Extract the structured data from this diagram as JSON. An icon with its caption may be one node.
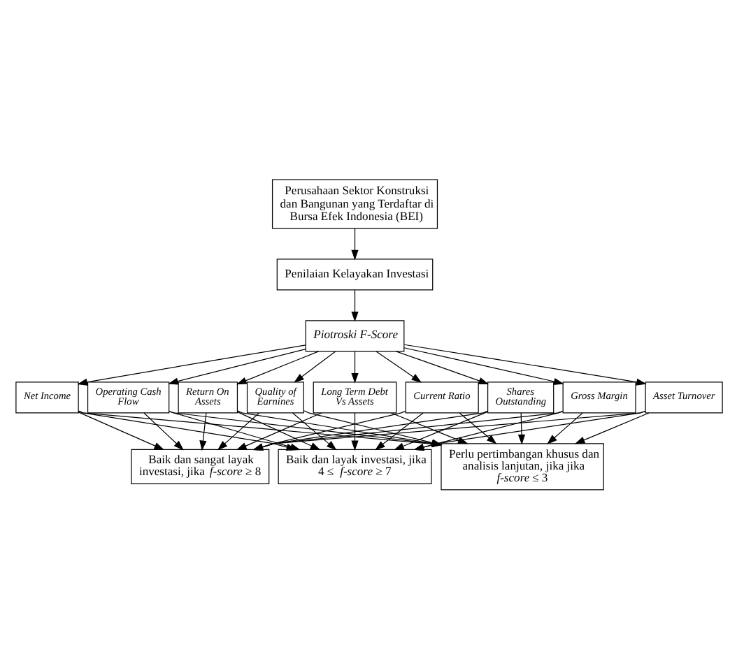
{
  "diagram": {
    "nodes": [
      {
        "text": [
          "Perusahaan Sektor Konstruksi dan Bangunan yang Terdaftar di Bursa Efek Indonesia (BEI)"
        ]
      },
      {
        "text": [
          "Penilaian Kelayakan Investasi"
        ]
      },
      {
        "text": [
          "Piotroski F-Score"
        ]
      },
      {
        "text": [
          "Net Income"
        ]
      },
      {
        "text": [
          "Operating Cash Flow"
        ]
      },
      {
        "text": [
          "Return On Assets"
        ]
      },
      {
        "text": [
          "Quality of Earnines"
        ]
      },
      {
        "text": [
          "Long Term Debt Vs Assets"
        ]
      },
      {
        "text": [
          "Current Ratio"
        ]
      },
      {
        "text": [
          "Shares Outstanding"
        ]
      },
      {
        "text": [
          "Gross Margin"
        ]
      },
      {
        "text": [
          "Asset Turnover"
        ]
      },
      {
        "text": [
          "Baik dan sangat layak investasi, jika *f-score* ≥ 8"
        ]
      },
      {
        "text": [
          "Baik dan layak investasi, jika 4 ≤ *f-score* ≥ 7"
        ]
      },
      {
        "text": [
          "Perlu pertimbangan khusus dan analisis lanjutan, jika jika *f-score* ≤ 3"
        ]
      }
    ],
    "edges": [
      {
        "from": 0,
        "to": 1,
        "arrow": "to"
      },
      {
        "from": 1,
        "to": 2,
        "arrow": "to"
      },
      {
        "from": 2,
        "to": 3,
        "arrow": "to"
      },
      {
        "from": 2,
        "to": 4,
        "arrow": "to"
      },
      {
        "from": 2,
        "to": 5,
        "arrow": "to"
      },
      {
        "from": 2,
        "to": 6,
        "arrow": "to"
      },
      {
        "from": 2,
        "to": 7,
        "arrow": "to"
      },
      {
        "from": 2,
        "to": 8,
        "arrow": "to"
      },
      {
        "from": 2,
        "to": 9,
        "arrow": "to"
      },
      {
        "from": 2,
        "to": 10,
        "arrow": "to"
      },
      {
        "from": 2,
        "to": 11,
        "arrow": "to"
      },
      {
        "from": 3,
        "to": 12,
        "arrow": "to"
      },
      {
        "from": 3,
        "to": 13,
        "arrow": "to"
      },
      {
        "from": 3,
        "to": 14,
        "arrow": "to"
      },
      {
        "from": 4,
        "to": 12,
        "arrow": "to"
      },
      {
        "from": 4,
        "to": 13,
        "arrow": "to"
      },
      {
        "from": 4,
        "to": 14,
        "arrow": "to"
      },
      {
        "from": 5,
        "to": 12,
        "arrow": "to"
      },
      {
        "from": 5,
        "to": 13,
        "arrow": "to"
      },
      {
        "from": 5,
        "to": 14,
        "arrow": "to"
      },
      {
        "from": 6,
        "to": 12,
        "arrow": "to"
      },
      {
        "from": 6,
        "to": 13,
        "arrow": "to"
      },
      {
        "from": 6,
        "to": 14,
        "arrow": "to"
      },
      {
        "from": 7,
        "to": 12,
        "arrow": "to"
      },
      {
        "from": 7,
        "to": 13,
        "arrow": "to"
      },
      {
        "from": 7,
        "to": 14,
        "arrow": "to"
      },
      {
        "from": 8,
        "to": 12,
        "arrow": "to"
      },
      {
        "from": 8,
        "to": 13,
        "arrow": "to"
      },
      {
        "from": 8,
        "to": 14,
        "arrow": "to"
      },
      {
        "from": 9,
        "to": 12,
        "arrow": "to"
      },
      {
        "from": 9,
        "to": 13,
        "arrow": "to"
      },
      {
        "from": 9,
        "to": 14,
        "arrow": "to"
      },
      {
        "from": 10,
        "to": 12,
        "arrow": "to"
      },
      {
        "from": 10,
        "to": 13,
        "arrow": "to"
      },
      {
        "from": 10,
        "to": 14,
        "arrow": "to"
      },
      {
        "from": 11,
        "to": 12,
        "arrow": "to"
      },
      {
        "from": 11,
        "to": 13,
        "arrow": "to"
      },
      {
        "from": 11,
        "to": 14,
        "arrow": "to"
      }
    ]
  }
}
